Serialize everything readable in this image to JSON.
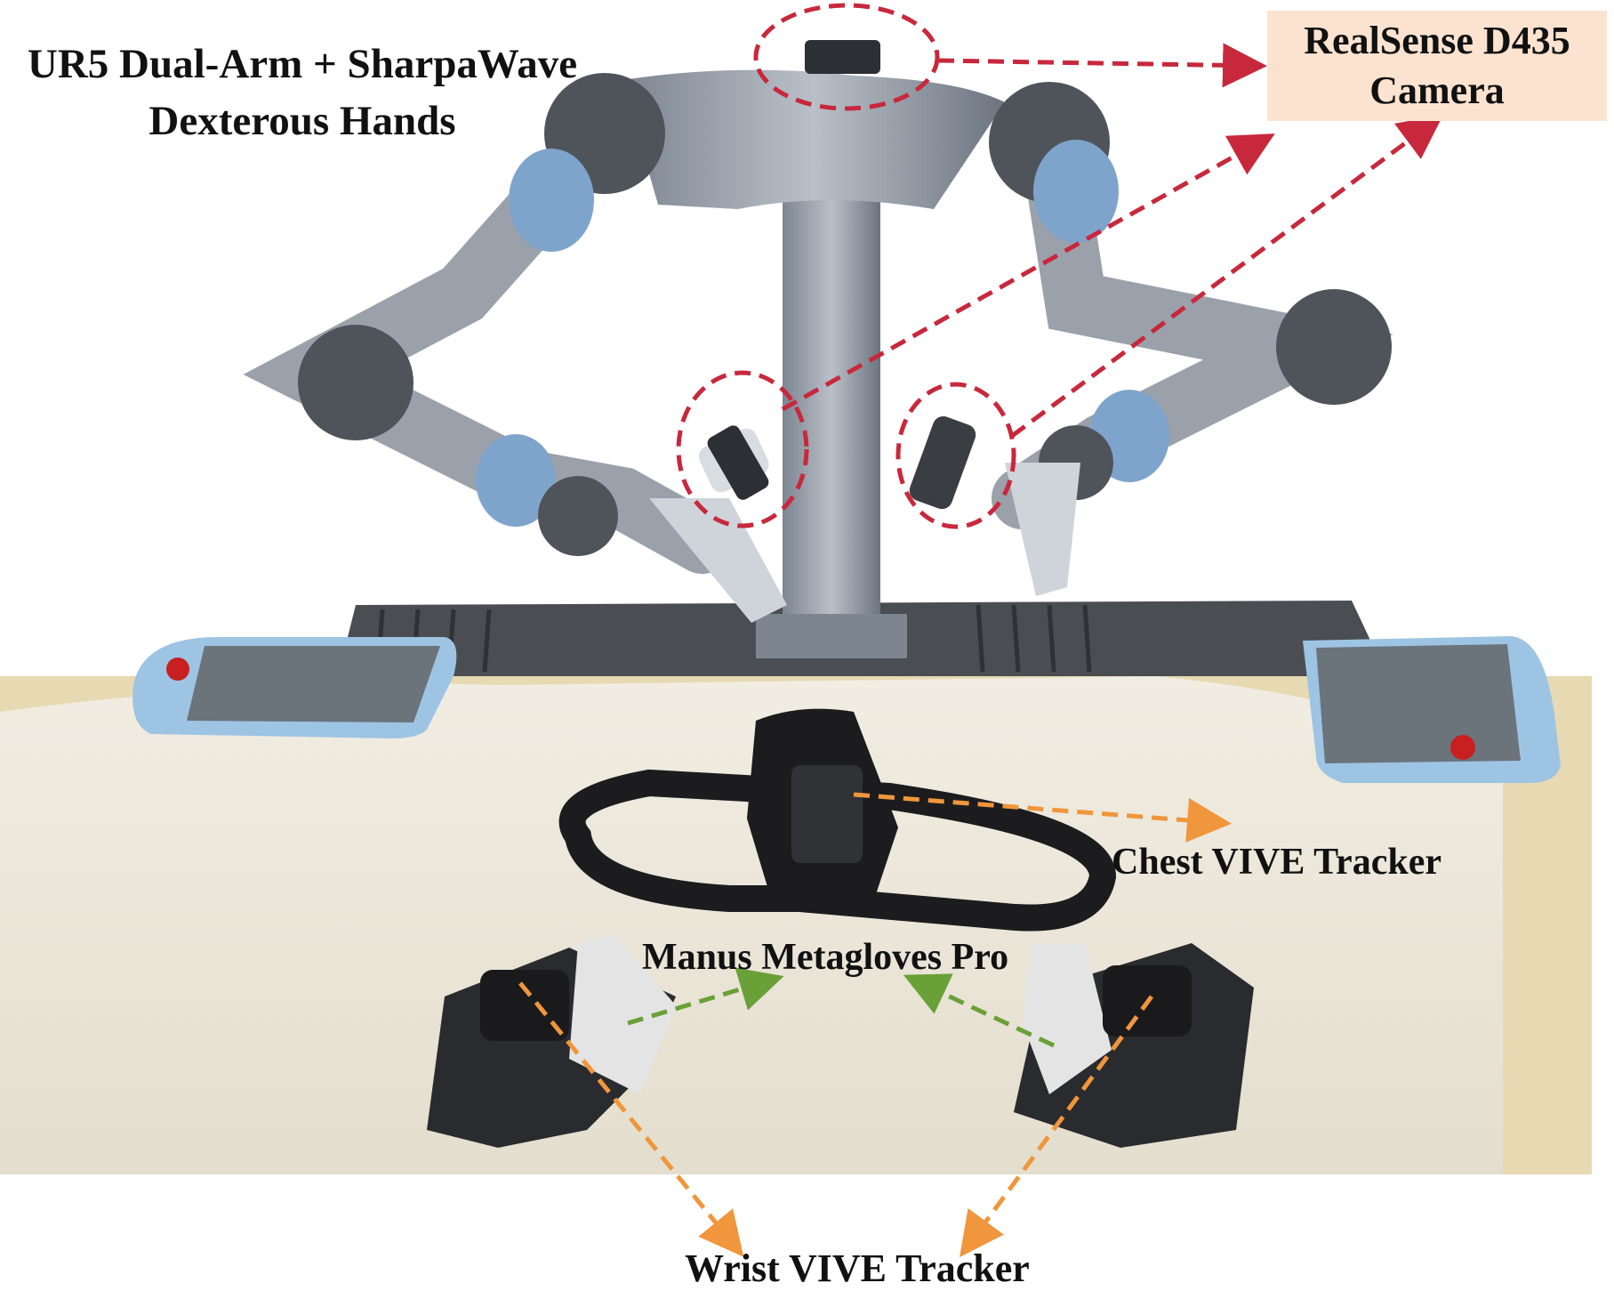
{
  "labels": {
    "robot": "UR5 Dual-Arm + SharpaWave Dexterous Hands",
    "camera": "RealSense D435 Camera",
    "chest_tracker": "Chest VIVE Tracker",
    "gloves": "Manus Metagloves Pro",
    "wrist_tracker": "Wrist VIVE Tracker"
  },
  "colors": {
    "camera_arrow": "#c8283c",
    "tracker_arrow": "#f0963c",
    "glove_arrow": "#6aa038",
    "camera_box": "#fbe3d0"
  }
}
